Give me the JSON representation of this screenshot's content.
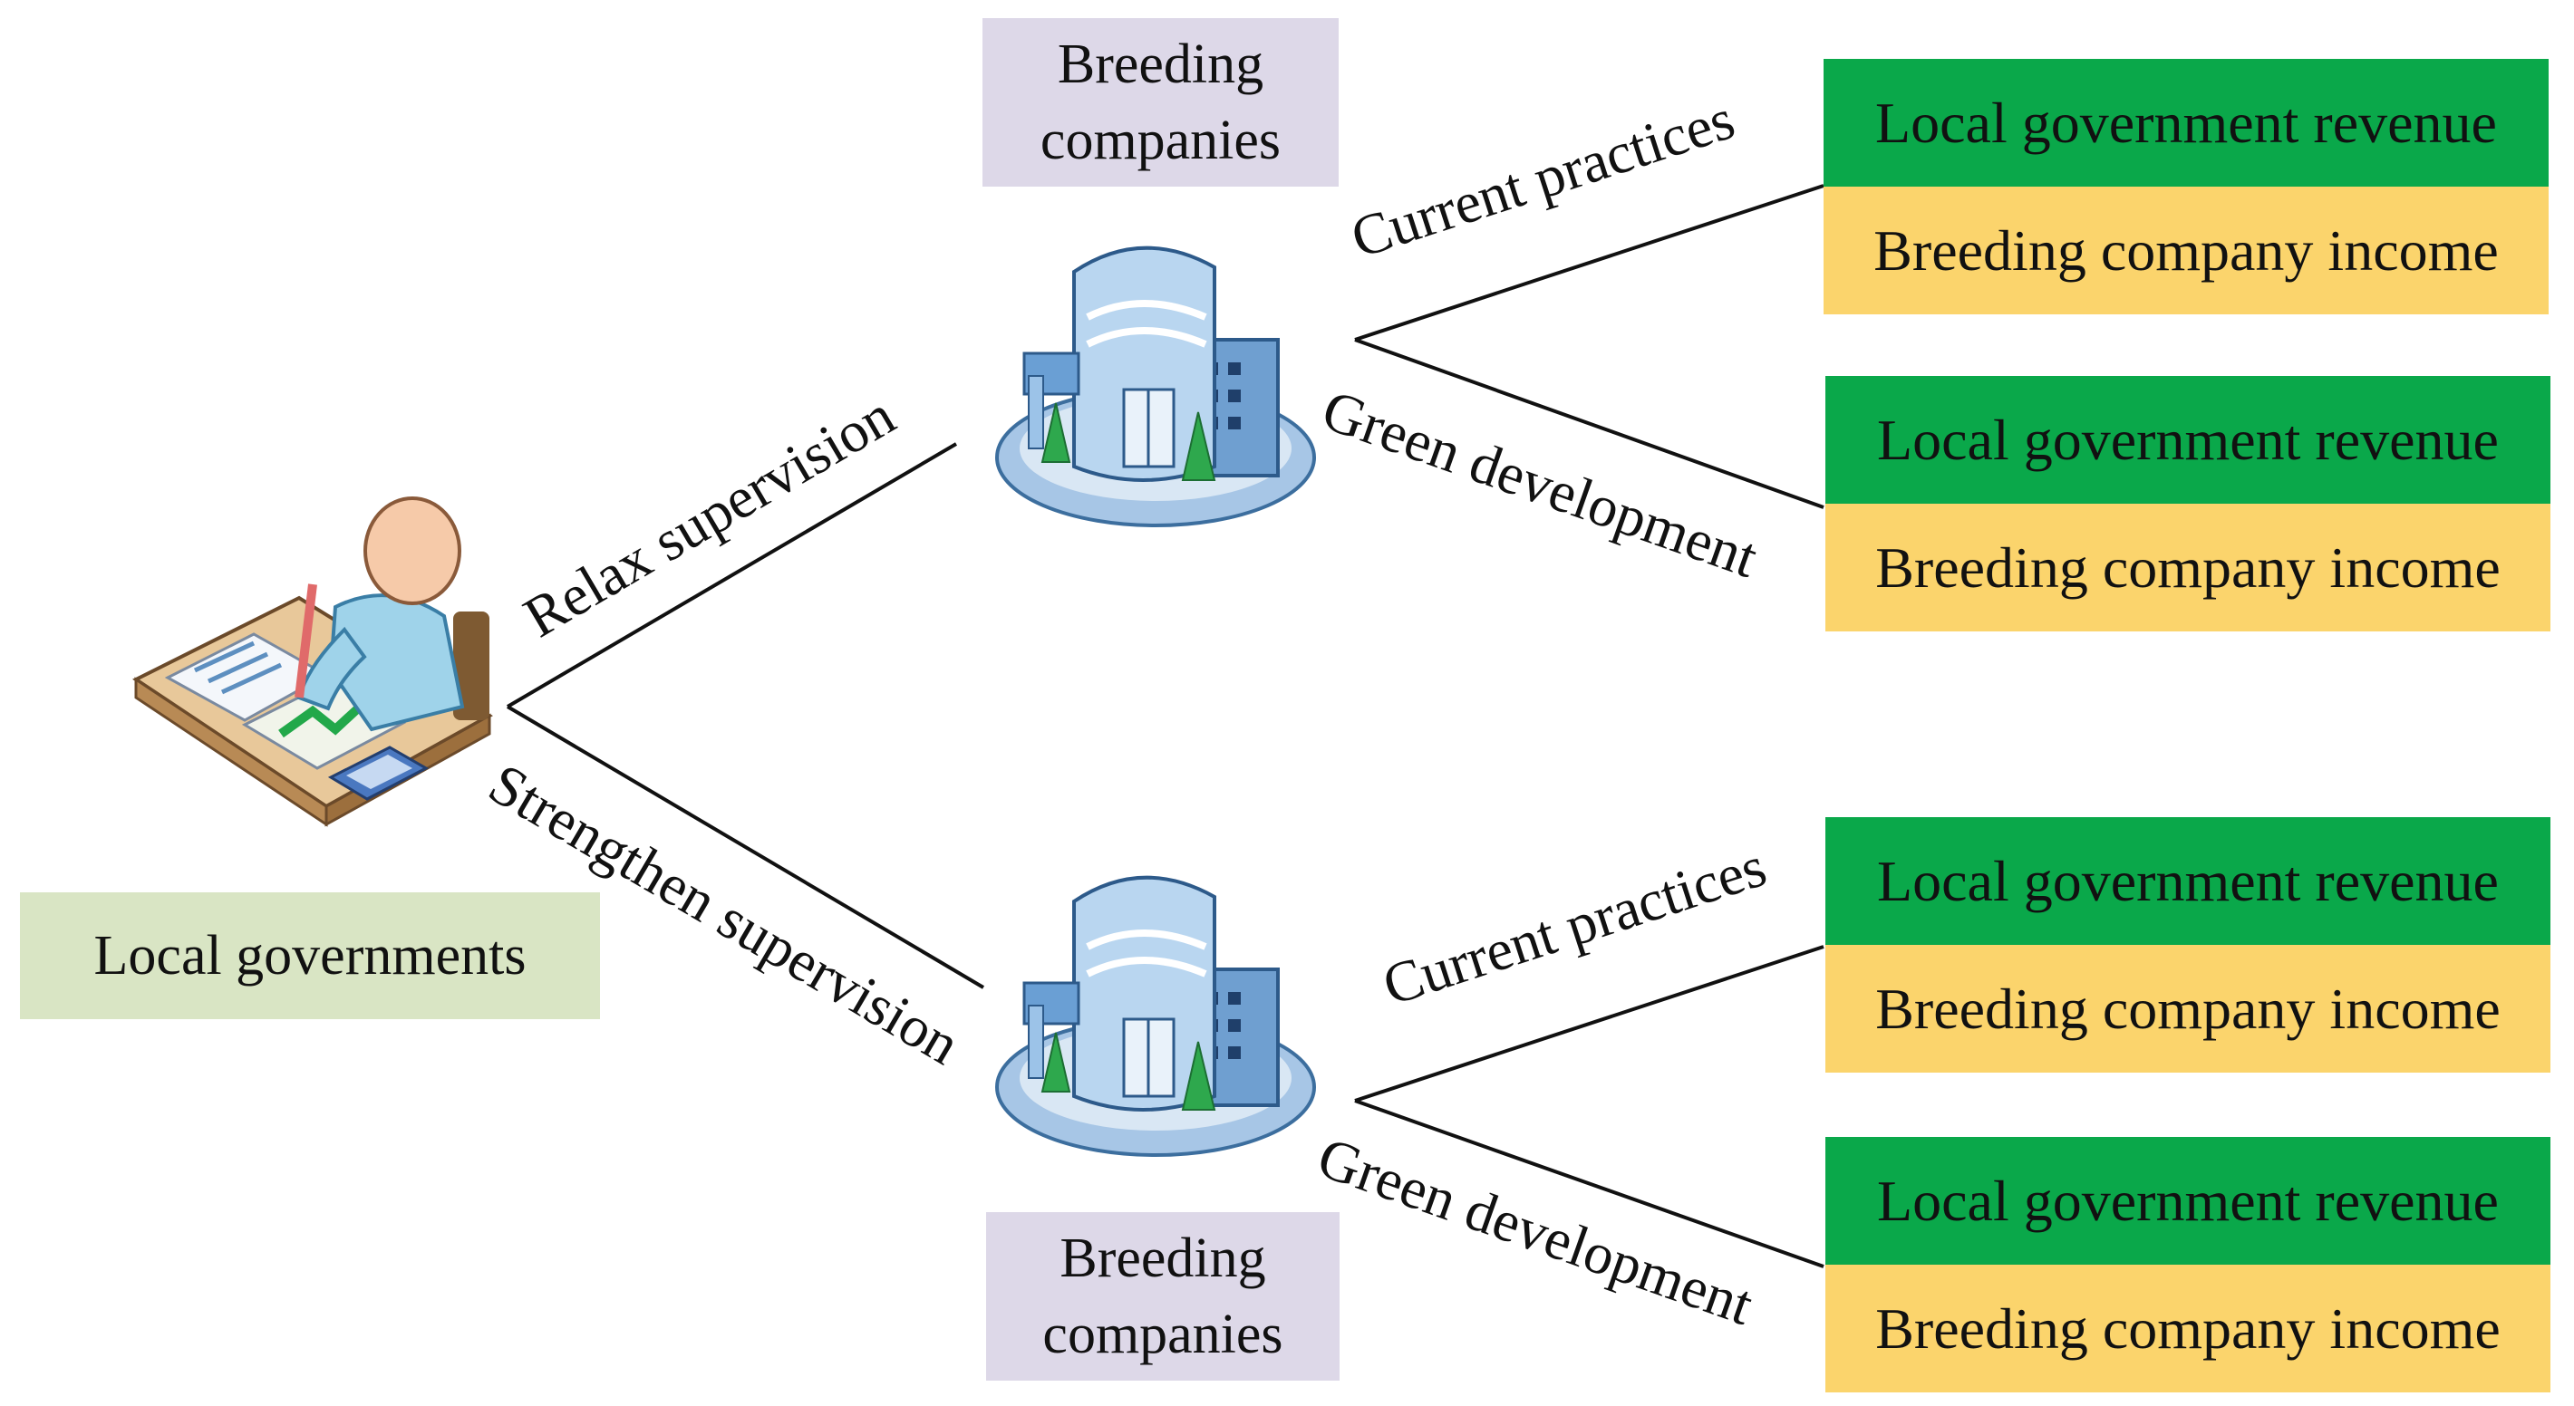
{
  "actor": {
    "label": "Local governments"
  },
  "companies": {
    "top_label": [
      "Breeding",
      "companies"
    ],
    "bottom_label": [
      "Breeding",
      "companies"
    ]
  },
  "strategies": {
    "government": {
      "relax": "Relax supervision",
      "strengthen": "Strengthen supervision"
    },
    "company_top": {
      "current": "Current practices",
      "green": "Green development"
    },
    "company_bottom": {
      "current": "Current practices",
      "green": "Green development"
    }
  },
  "payoffs": {
    "relax_current": {
      "gov": "Local government revenue",
      "company": "Breeding company income"
    },
    "relax_green": {
      "gov": "Local government revenue",
      "company": "Breeding company income"
    },
    "strengthen_current": {
      "gov": "Local government revenue",
      "company": "Breeding company income"
    },
    "strengthen_green": {
      "gov": "Local government revenue",
      "company": "Breeding company income"
    }
  },
  "colors": {
    "gov_revenue": "#0aa84a",
    "company_income": "#fbd46c",
    "actor_label_bg": "#d9e5c4",
    "company_label_bg": "#ddd8e8"
  },
  "icons": {
    "actor": "person-at-desk-icon",
    "company": "office-building-icon"
  }
}
